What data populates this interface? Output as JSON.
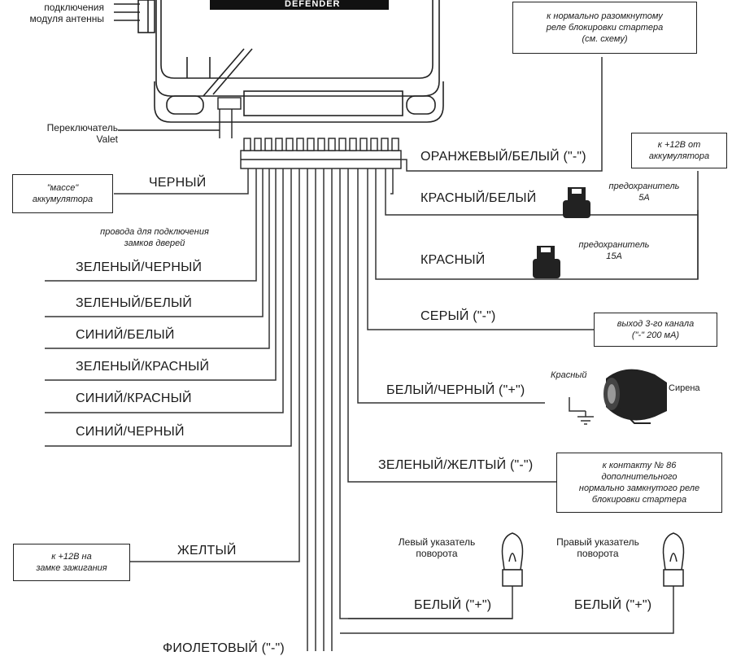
{
  "module": {
    "brand": "DEFENDER",
    "antenna_label": [
      "подключения",
      "модуля антенны"
    ],
    "valet_label": [
      "Переключатель",
      "Valet"
    ]
  },
  "wires": {
    "orange_white": "ОРАНЖЕВЫЙ/БЕЛЫЙ (\"-\")",
    "black": "ЧЕРНЫЙ",
    "red_white": "КРАСНЫЙ/БЕЛЫЙ",
    "red": "КРАСНЫЙ",
    "green_black": "ЗЕЛЕНЫЙ/ЧЕРНЫЙ",
    "green_white": "ЗЕЛЕНЫЙ/БЕЛЫЙ",
    "gray": "СЕРЫЙ (\"-\")",
    "blue_white": "СИНИЙ/БЕЛЫЙ",
    "green_red": "ЗЕЛЕНЫЙ/КРАСНЫЙ",
    "white_black": "БЕЛЫЙ/ЧЕРНЫЙ (\"+\")",
    "blue_red": "СИНИЙ/КРАСНЫЙ",
    "blue_black": "СИНИЙ/ЧЕРНЫЙ",
    "green_yellow": "ЗЕЛЕНЫЙ/ЖЕЛТЫЙ (\"-\")",
    "yellow": "ЖЕЛТЫЙ",
    "white_left": "БЕЛЫЙ (\"+\")",
    "white_right": "БЕЛЫЙ (\"+\")",
    "violet": "ФИОЛЕТОВЫЙ (\"-\")"
  },
  "boxes": {
    "starter_relay": [
      "к нормально разомкнутому",
      "реле блокировки стартера",
      "(см. схему)"
    ],
    "battery_plus": [
      "к +12В от",
      "аккумулятора"
    ],
    "ground": [
      "\"массе\"",
      "аккумулятора"
    ],
    "channel3": [
      "выход 3-го канала",
      "(\"-\" 200 мА)"
    ],
    "contact86": [
      "к контакту № 86",
      "дополнительного",
      "нормально замкнутого реле",
      "блокировки стартера"
    ],
    "ignition": [
      "к +12В на",
      "замке зажигания"
    ]
  },
  "notes": {
    "fuse5": [
      "предохранитель",
      "5А"
    ],
    "fuse15": [
      "предохранитель",
      "15А"
    ],
    "door_locks": [
      "провода для подключения",
      "замков дверей"
    ],
    "red_siren": "Красный",
    "siren": "Сирена",
    "left_turn": [
      "Левый указатель",
      "поворота"
    ],
    "right_turn": [
      "Правый указатель",
      "поворота"
    ]
  }
}
